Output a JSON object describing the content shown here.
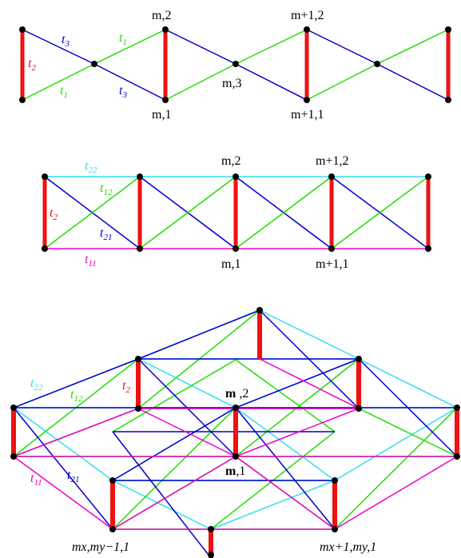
{
  "colors": {
    "red": "#ee1111",
    "blue": "#0000cc",
    "green": "#22dd00",
    "cyan": "#33ddee",
    "magenta": "#ee00cc",
    "black": "#000000"
  },
  "panel1": {
    "labels": {
      "t3": "t3",
      "t1_top": "t1",
      "t2": "t2",
      "t1_bottom": "t1",
      "t3_bottom": "t3",
      "m2": "m,2",
      "m1": "m,1",
      "m3": "m,3",
      "mp1_2": "m+1,2",
      "mp1_1": "m+1,1"
    }
  },
  "panel2": {
    "labels": {
      "t22": "t22",
      "t12": "t12",
      "t2": "t2",
      "t21": "t21",
      "t11": "t11",
      "m2": "m,2",
      "m1": "m,1",
      "mp1_2": "m+1,2",
      "mp1_1": "m+1,1"
    }
  },
  "panel3": {
    "labels": {
      "t22": "t22",
      "t12": "t12",
      "t2": "t2",
      "t21": "t21",
      "t11": "t11",
      "m_bold2": "m",
      "m_2_suffix": ",2",
      "m_bold1": "m",
      "m_1_suffix": ",1",
      "mx_my_minus": "mx,my−1,1",
      "mx_plus_my": "mx+1,my,1"
    }
  }
}
